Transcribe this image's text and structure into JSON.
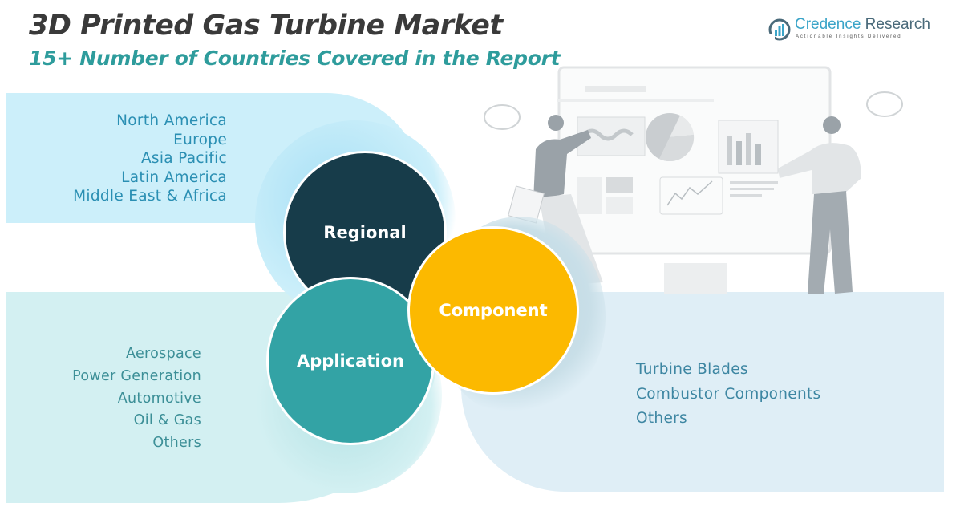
{
  "header": {
    "title": "3D Printed Gas Turbine Market",
    "subtitle": "15+ Number of Countries Covered in the Report"
  },
  "logo": {
    "name_part1": "Credence",
    "name_part2": " Research",
    "tagline": "Actionable Insights Delivered"
  },
  "segments": {
    "regional": {
      "label": "Regional",
      "color": "#173c4a",
      "items": [
        "North America",
        "Europe",
        "Asia Pacific",
        "Latin America",
        "Middle East & Africa"
      ]
    },
    "application": {
      "label": "Application",
      "color": "#33a3a5",
      "items": [
        "Aerospace",
        "Power Generation",
        "Automotive",
        "Oil & Gas",
        "Others"
      ]
    },
    "component": {
      "label": "Component",
      "color": "#fcb900",
      "items": [
        "Turbine Blades",
        "Combustor Components",
        "Others"
      ]
    }
  }
}
